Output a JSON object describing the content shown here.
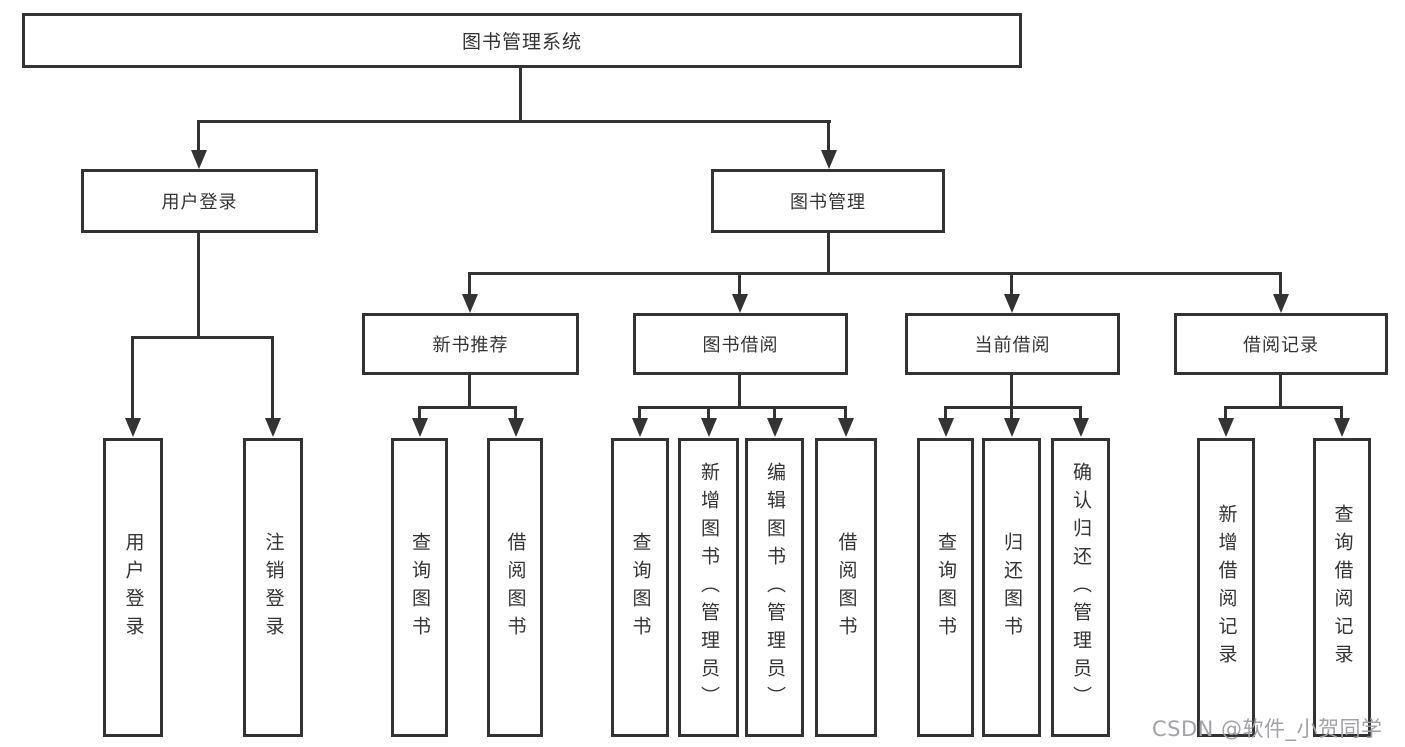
{
  "root": {
    "label": "图书管理系统"
  },
  "branches": {
    "user_login": {
      "label": "用户登录",
      "children": [
        "用户登录",
        "注销登录"
      ]
    },
    "book_mgmt": {
      "label": "图书管理"
    }
  },
  "modules": {
    "new_book_rec": {
      "label": "新书推荐",
      "children": [
        "查询图书",
        "借阅图书"
      ]
    },
    "book_borrow": {
      "label": "图书借阅",
      "children": [
        "查询图书",
        "新增图书（管理员）",
        "编辑图书（管理员）",
        "借阅图书"
      ]
    },
    "current_borrow": {
      "label": "当前借阅",
      "children": [
        "查询图书",
        "归还图书",
        "确认归还（管理员）"
      ]
    },
    "borrow_records": {
      "label": "借阅记录",
      "children": [
        "新增借阅记录",
        "查询借阅记录"
      ]
    }
  },
  "watermark": "CSDN @软件_小贺同学",
  "colors": {
    "line": "#333333",
    "text": "#333333",
    "watermark": "#a2a2a6",
    "background": "#ffffff"
  }
}
